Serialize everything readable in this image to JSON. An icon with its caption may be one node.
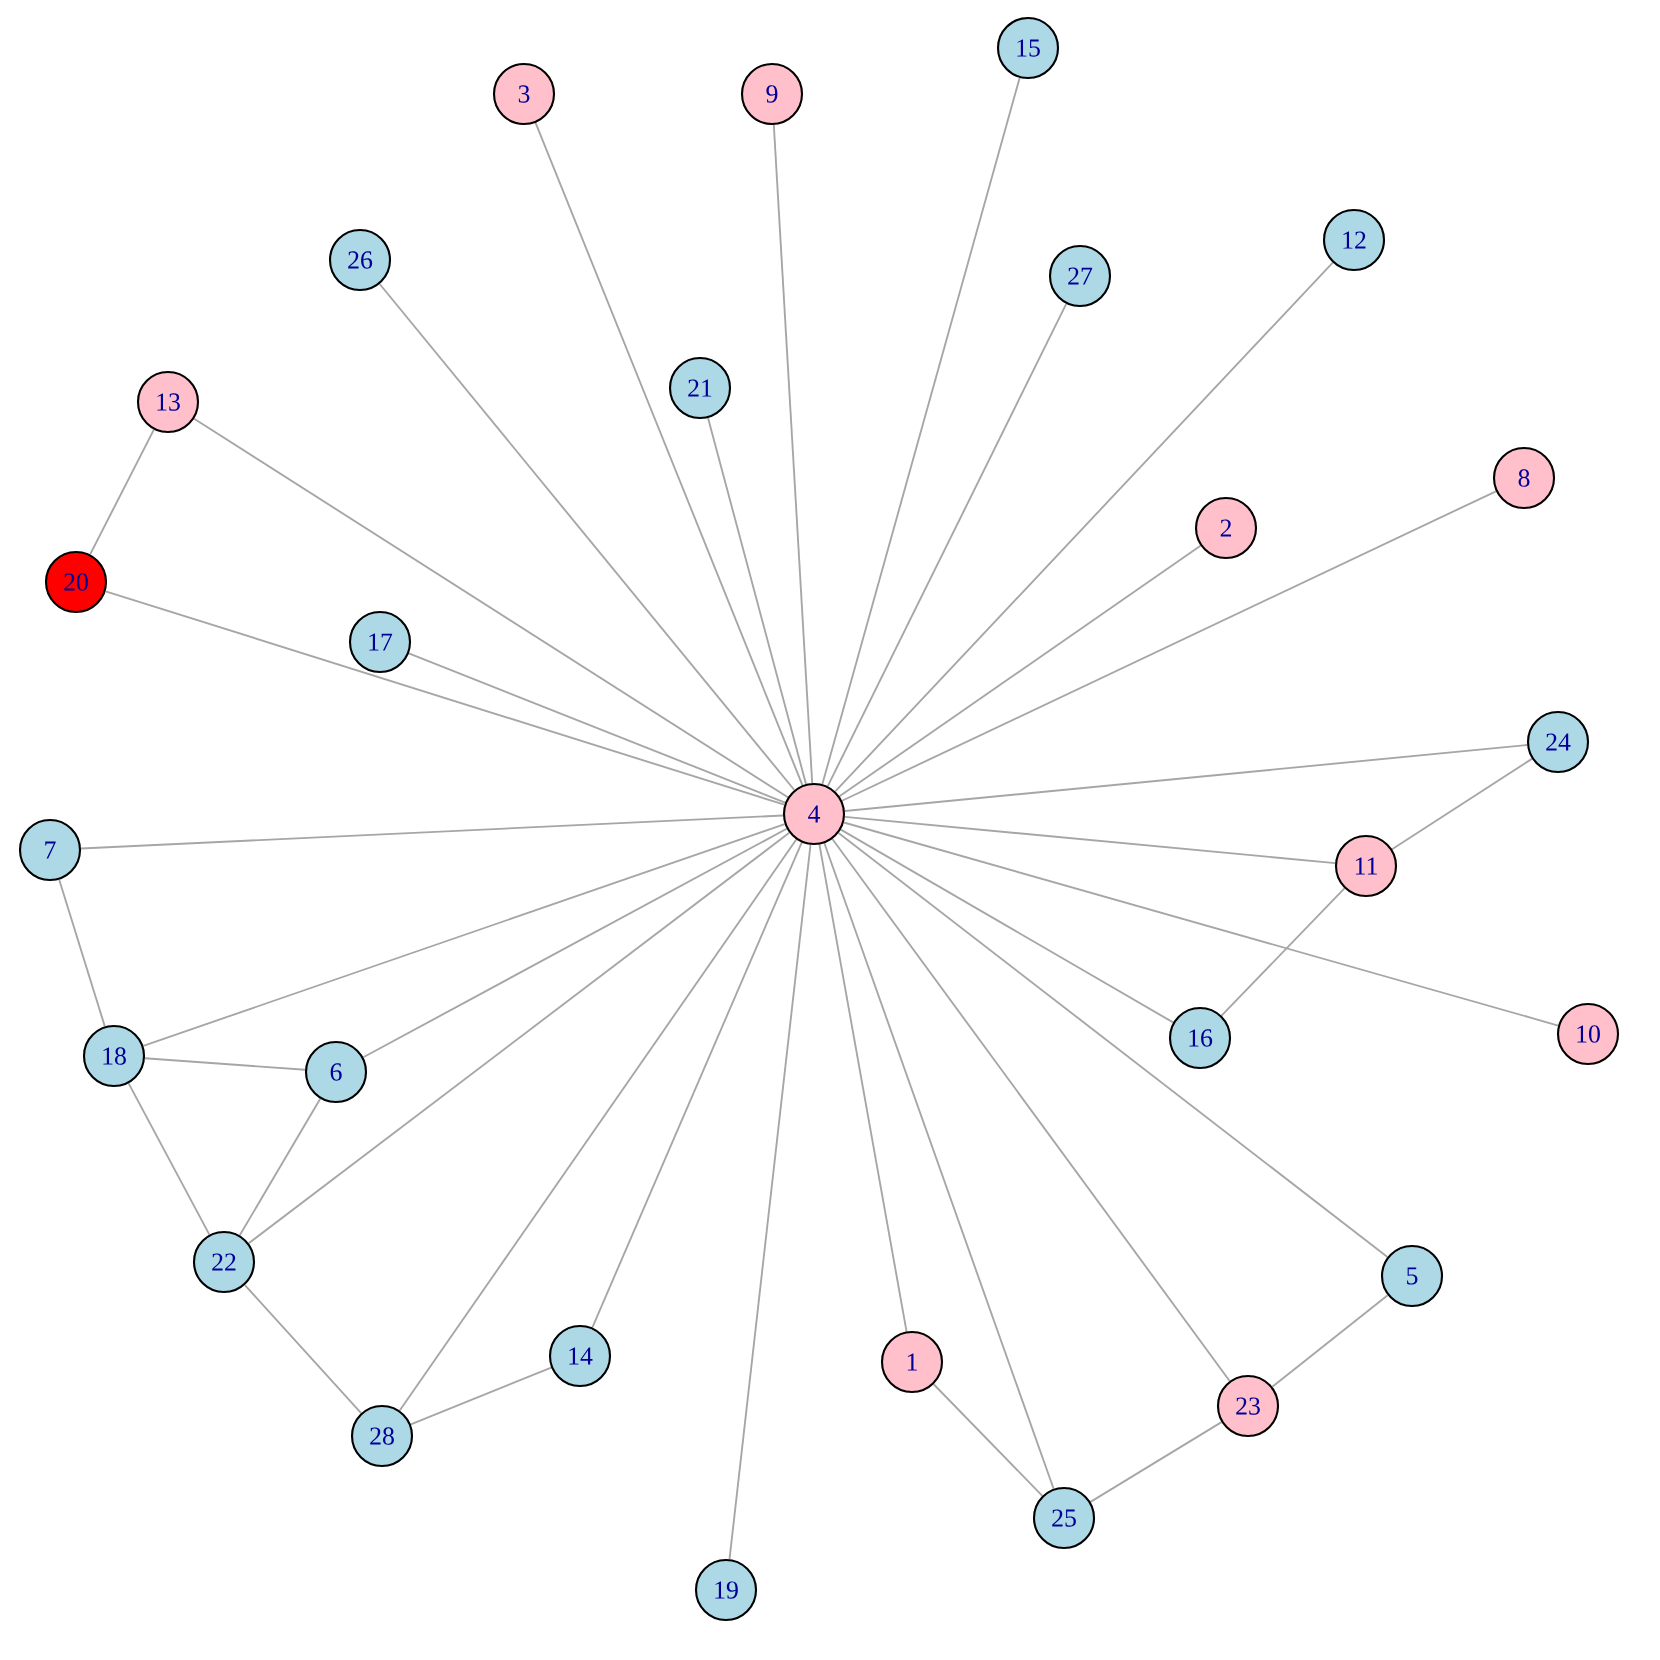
{
  "diagram": {
    "nodes": [
      {
        "text": [
          "3"
        ]
      },
      {
        "text": [
          "9"
        ]
      },
      {
        "text": [
          "15"
        ]
      },
      {
        "text": [
          "26"
        ]
      },
      {
        "text": [
          "27"
        ]
      },
      {
        "text": [
          "12"
        ]
      },
      {
        "text": [
          "21"
        ]
      },
      {
        "text": [
          "13"
        ]
      },
      {
        "text": [
          "2"
        ]
      },
      {
        "text": [
          "8"
        ]
      },
      {
        "text": [
          "20"
        ]
      },
      {
        "text": [
          "17"
        ]
      },
      {
        "text": [
          "24"
        ]
      },
      {
        "text": [
          "4"
        ]
      },
      {
        "text": [
          "7"
        ]
      },
      {
        "text": [
          "11"
        ]
      },
      {
        "text": [
          "10"
        ]
      },
      {
        "text": [
          "16"
        ]
      },
      {
        "text": [
          "18"
        ]
      },
      {
        "text": [
          "6"
        ]
      },
      {
        "text": [
          "22"
        ]
      },
      {
        "text": [
          "5"
        ]
      },
      {
        "text": [
          "14"
        ]
      },
      {
        "text": [
          "1"
        ]
      },
      {
        "text": [
          "23"
        ]
      },
      {
        "text": [
          "28"
        ]
      },
      {
        "text": [
          "25"
        ]
      },
      {
        "text": [
          "19"
        ]
      }
    ],
    "edges": [
      {
        "from": 13,
        "to": 0,
        "arrow": "none"
      },
      {
        "from": 13,
        "to": 1,
        "arrow": "none"
      },
      {
        "from": 13,
        "to": 2,
        "arrow": "none"
      },
      {
        "from": 13,
        "to": 3,
        "arrow": "none"
      },
      {
        "from": 13,
        "to": 4,
        "arrow": "none"
      },
      {
        "from": 13,
        "to": 5,
        "arrow": "none"
      },
      {
        "from": 13,
        "to": 6,
        "arrow": "none"
      },
      {
        "from": 13,
        "to": 7,
        "arrow": "none"
      },
      {
        "from": 13,
        "to": 8,
        "arrow": "none"
      },
      {
        "from": 13,
        "to": 9,
        "arrow": "none"
      },
      {
        "from": 13,
        "to": 10,
        "arrow": "none"
      },
      {
        "from": 13,
        "to": 11,
        "arrow": "none"
      },
      {
        "from": 13,
        "to": 12,
        "arrow": "none"
      },
      {
        "from": 13,
        "to": 14,
        "arrow": "none"
      },
      {
        "from": 13,
        "to": 15,
        "arrow": "none"
      },
      {
        "from": 13,
        "to": 16,
        "arrow": "none"
      },
      {
        "from": 13,
        "to": 17,
        "arrow": "none"
      },
      {
        "from": 13,
        "to": 18,
        "arrow": "none"
      },
      {
        "from": 13,
        "to": 19,
        "arrow": "none"
      },
      {
        "from": 13,
        "to": 20,
        "arrow": "none"
      },
      {
        "from": 13,
        "to": 21,
        "arrow": "none"
      },
      {
        "from": 13,
        "to": 22,
        "arrow": "none"
      },
      {
        "from": 13,
        "to": 23,
        "arrow": "none"
      },
      {
        "from": 13,
        "to": 24,
        "arrow": "none"
      },
      {
        "from": 13,
        "to": 25,
        "arrow": "none"
      },
      {
        "from": 13,
        "to": 26,
        "arrow": "none"
      },
      {
        "from": 13,
        "to": 27,
        "arrow": "none"
      },
      {
        "from": 7,
        "to": 10,
        "arrow": "none"
      },
      {
        "from": 12,
        "to": 15,
        "arrow": "none"
      },
      {
        "from": 15,
        "to": 17,
        "arrow": "none"
      },
      {
        "from": 14,
        "to": 18,
        "arrow": "none"
      },
      {
        "from": 18,
        "to": 19,
        "arrow": "none"
      },
      {
        "from": 18,
        "to": 20,
        "arrow": "none"
      },
      {
        "from": 19,
        "to": 20,
        "arrow": "none"
      },
      {
        "from": 20,
        "to": 25,
        "arrow": "none"
      },
      {
        "from": 25,
        "to": 22,
        "arrow": "none"
      },
      {
        "from": 23,
        "to": 26,
        "arrow": "none"
      },
      {
        "from": 26,
        "to": 24,
        "arrow": "none"
      },
      {
        "from": 24,
        "to": 21,
        "arrow": "none"
      }
    ]
  }
}
